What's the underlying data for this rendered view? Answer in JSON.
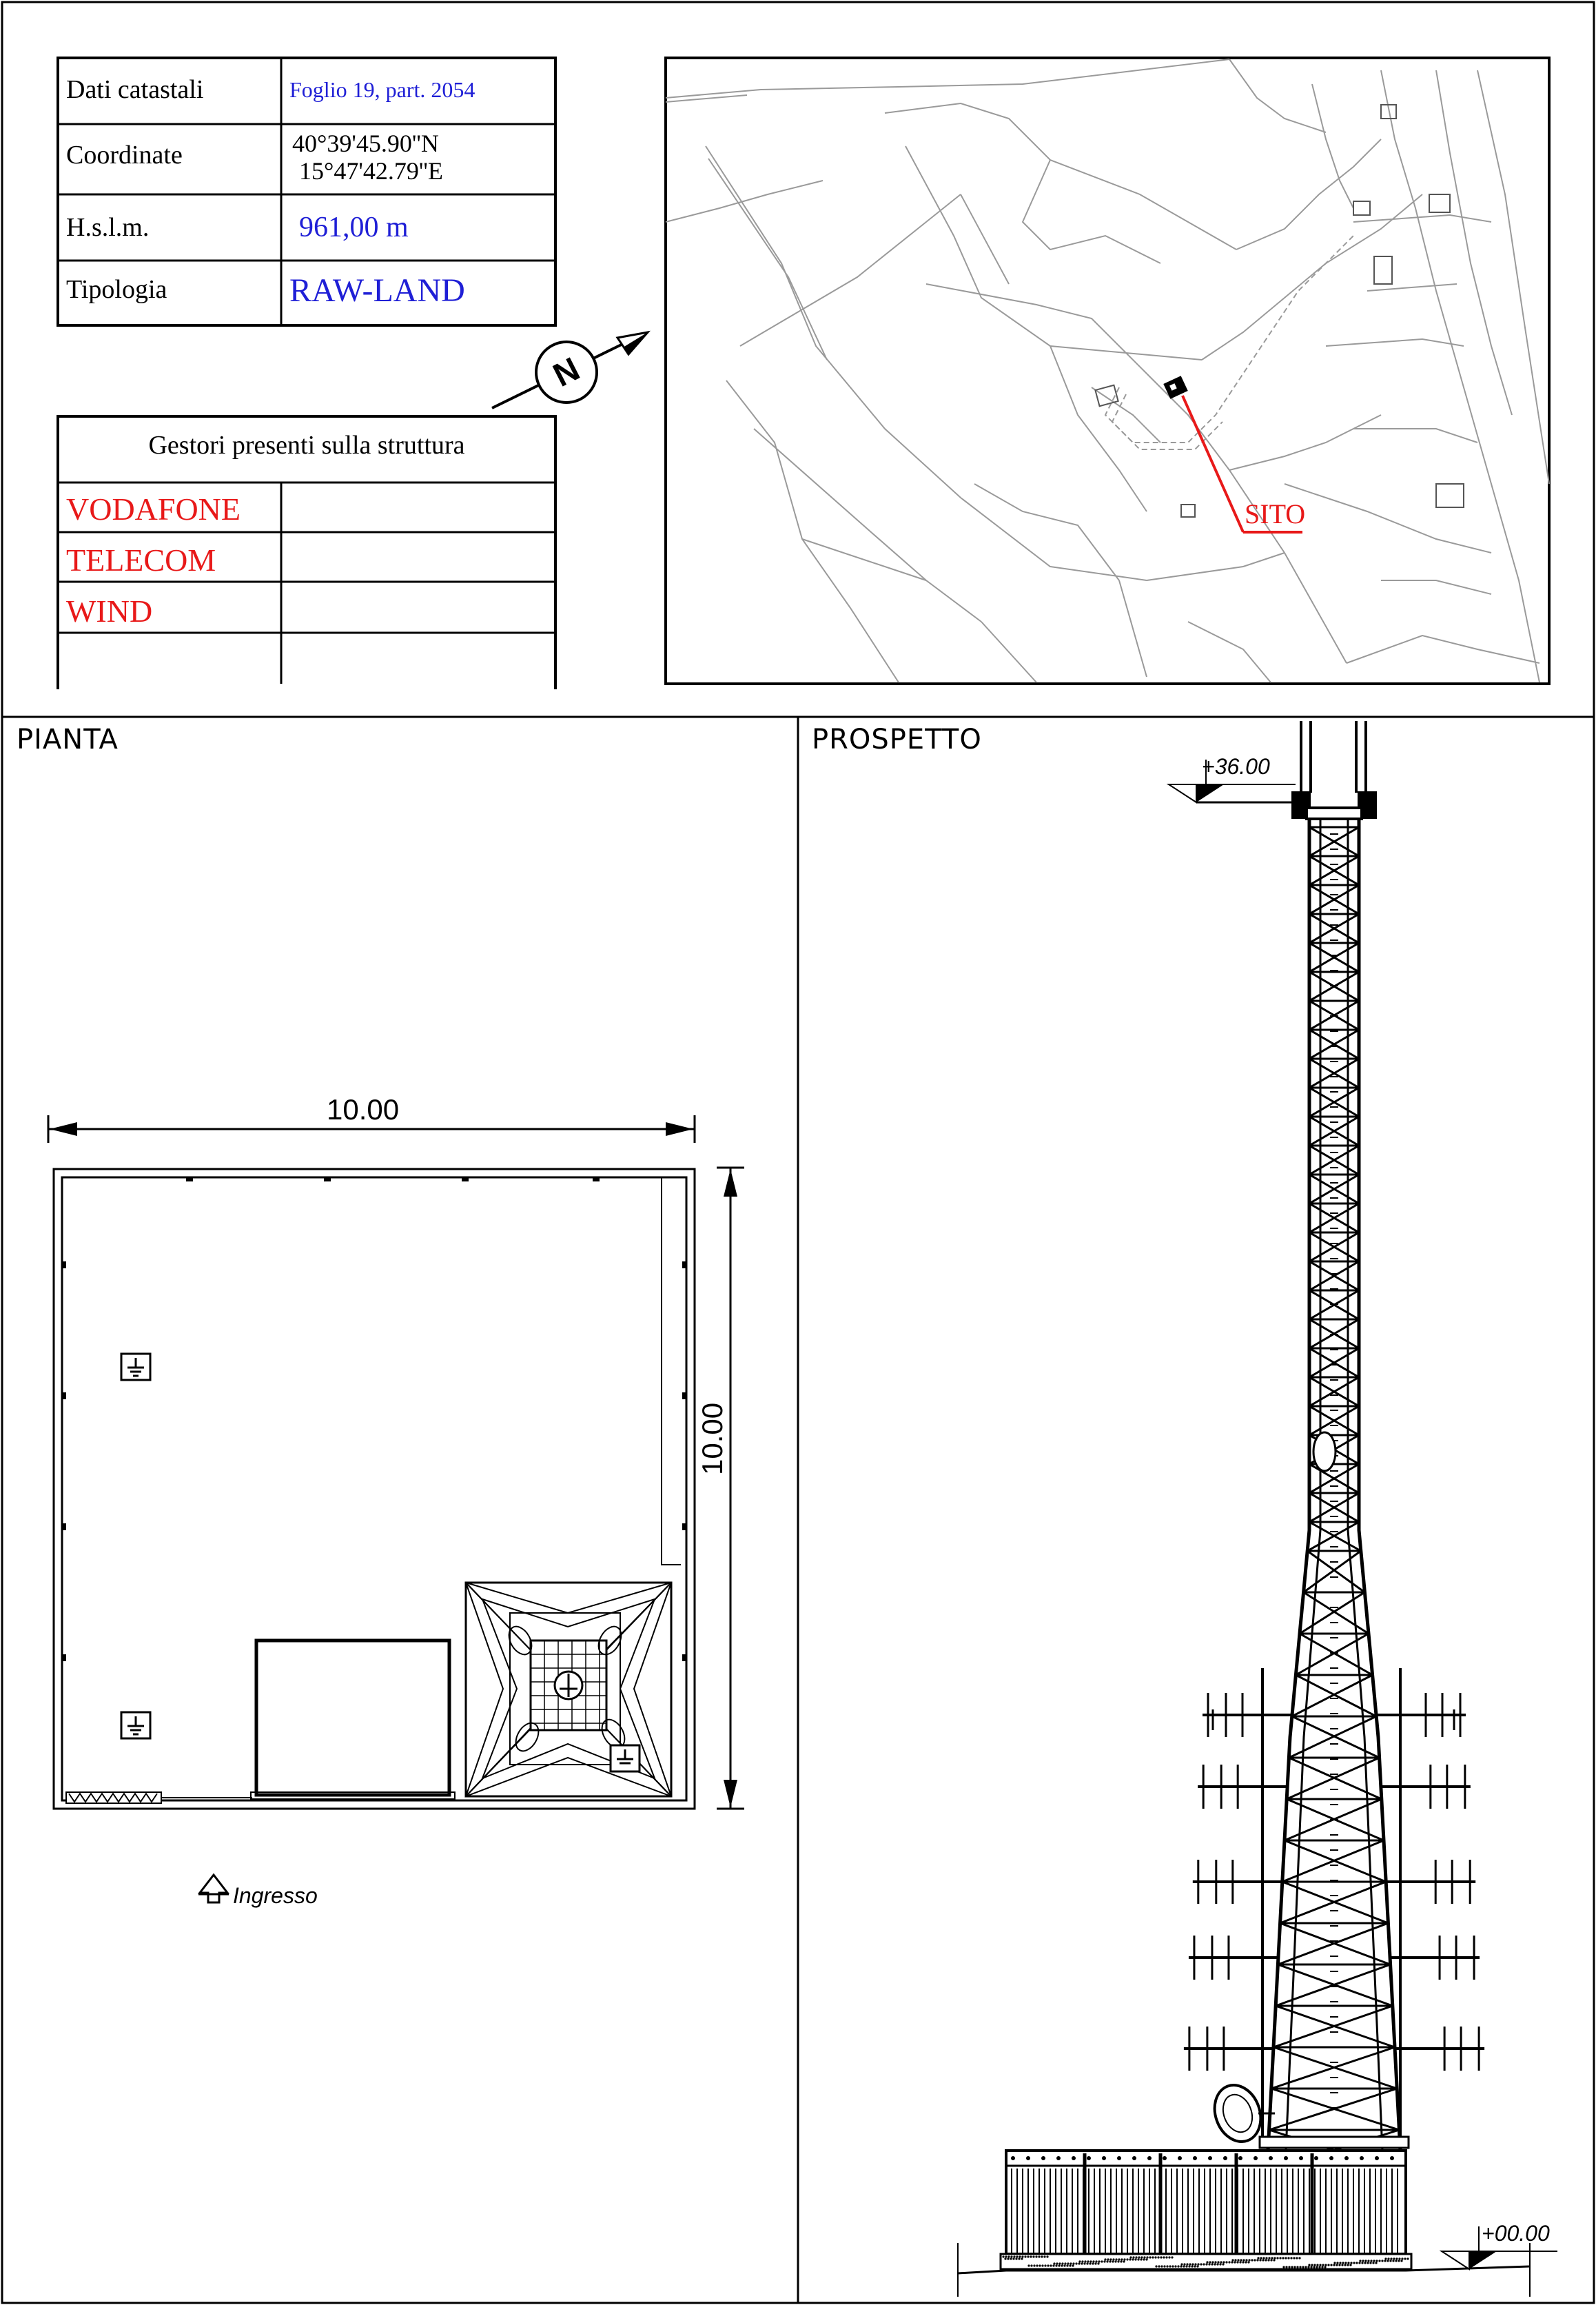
{
  "info_table": {
    "rows": [
      {
        "label": "Dati catastali",
        "value": "Foglio 19, part. 2054"
      },
      {
        "label": "Coordinate",
        "value_line1": "40°39'45.90''N",
        "value_line2": "15°47'42.79''E"
      },
      {
        "label": "H.s.l.m.",
        "value": "961,00 m"
      },
      {
        "label": "Tipologia",
        "value": "RAW-LAND"
      }
    ]
  },
  "compass": {
    "icon": "north-arrow-icon",
    "letter": "N"
  },
  "operators_table": {
    "title": "Gestori presenti sulla struttura",
    "operators": [
      "VODAFONE",
      "TELECOM",
      "WIND",
      ""
    ]
  },
  "map": {
    "site_label": "SITO"
  },
  "plan": {
    "title": "PIANTA",
    "width_dimension": "10.00",
    "height_dimension": "10.00",
    "entrance_label": "Ingresso"
  },
  "elevation": {
    "title": "PROSPETTO",
    "top_level": "+36.00",
    "ground_level": "+00.00"
  },
  "colors": {
    "blue": "#1f1fd6",
    "red": "#e81919",
    "line": "#000000",
    "map_line": "#9a9a9a"
  }
}
